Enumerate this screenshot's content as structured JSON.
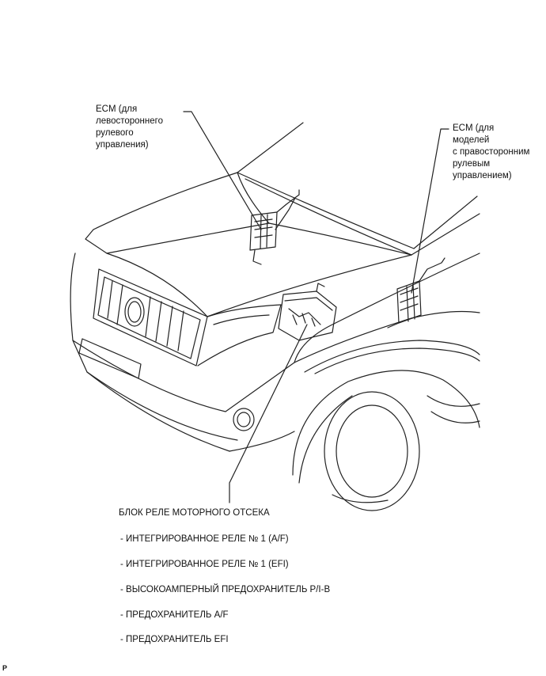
{
  "labels": {
    "left_ecm": [
      "ECM (для",
      "левостороннего",
      "рулевого",
      "управления)"
    ],
    "right_ecm": [
      "ECM (для",
      "моделей",
      "с правосторонним",
      "рулевым",
      "управлением)"
    ],
    "relay_block": "БЛОК РЕЛЕ МОТОРНОГО ОТСЕКА",
    "relay_items": [
      "- ИНТЕГРИРОВАННОЕ РЕЛЕ № 1 (A/F)",
      "- ИНТЕГРИРОВАННОЕ РЕЛЕ № 1 (EFI)",
      "- ВЫСОКОАМПЕРНЫЙ ПРЕДОХРАНИТЕЛЬ P/I-B",
      "- ПРЕДОХРАНИТЕЛЬ A/F",
      "- ПРЕДОХРАНИТЕЛЬ EFI"
    ]
  },
  "corner_code": "P",
  "colors": {
    "line": "#222222",
    "text": "#111111",
    "background": "#ffffff"
  }
}
